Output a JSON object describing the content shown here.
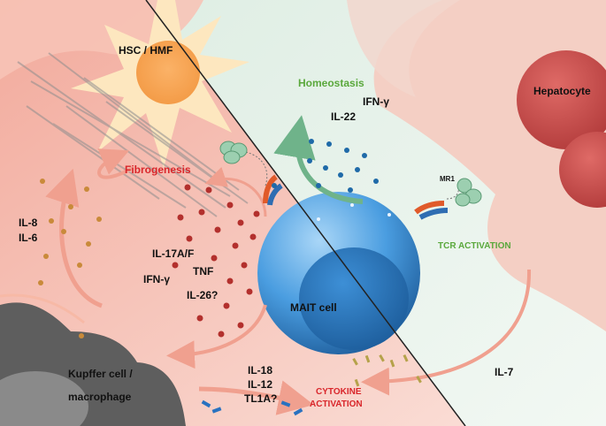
{
  "labels": {
    "hsc": "HSC / HMF",
    "hepatocyte": "Hepatocyte",
    "homeostasis": "Homeostasis",
    "ifn_g_top": "IFN-γ",
    "il22": "IL-22",
    "mr1": "MR1",
    "fibrogenesis": "Fibrogenesis",
    "il8": "IL-8",
    "il6": "IL-6",
    "tcr_activation": "TCR ACTIVATION",
    "il17af": "IL-17A/F",
    "tnf": "TNF",
    "ifn_g_left": "IFN-γ",
    "il26": "IL-26?",
    "mait_cell": "MAIT cell",
    "kupffer_line1": "Kupffer cell /",
    "kupffer_line2": "macrophage",
    "il18": "IL-18",
    "il12": "IL-12",
    "tl1a": "TL1A?",
    "cytokine_line1": "CYTOKINE",
    "cytokine_line2": "ACTIVATION",
    "il7": "IL-7"
  },
  "colors": {
    "fibrogenesis": "#d9262b",
    "homeostasis": "#5aa83c",
    "tcr_activation": "#5aa83c",
    "cytokine_activation": "#d9262b",
    "mait_cell": "#3f8fd1",
    "hepatocyte": "#c94a4a",
    "hsc": "#f8c57e",
    "kupffer": "#6b6b6b",
    "text": "#111111"
  }
}
